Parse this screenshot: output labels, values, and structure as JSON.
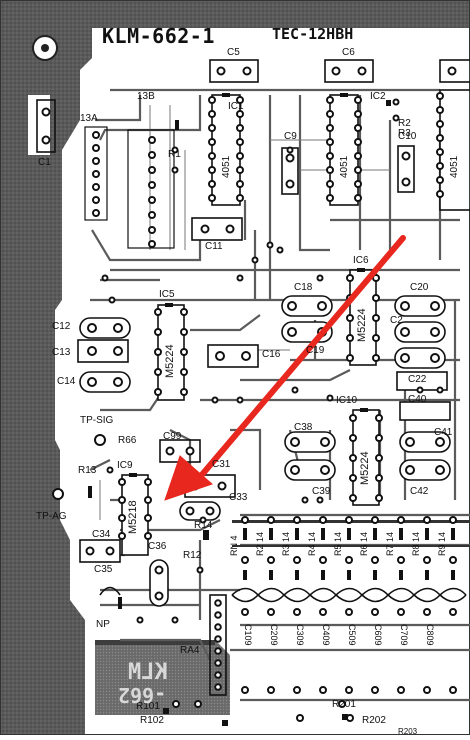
{
  "board": {
    "model": "KLM-662-1",
    "series": "TEC-12HBH",
    "copper_color": "#4a4a4a",
    "trace_color": "#555555",
    "paper_color": "#ffffff",
    "arrow_color": "#e8271e"
  },
  "ics": {
    "ic1": "IC1",
    "ic2": "IC2",
    "ic5": "IC5",
    "ic6": "IC6",
    "ic9": "IC9",
    "ic10": "IC10",
    "p4051_a": "4051",
    "p4051_b": "4051",
    "p4051_c": "4051",
    "m5224_a": "M5224",
    "m5224_b": "M5224",
    "m5224_c": "M5224",
    "m5218": "M5218"
  },
  "caps": {
    "c1": "C1",
    "c5": "C5",
    "c6": "C6",
    "c9": "C9",
    "c10": "C10",
    "c11": "C11",
    "c12": "C12",
    "c13": "C13",
    "c14": "C14",
    "c16": "C16",
    "c18": "C18",
    "c19": "C19",
    "c20": "C20",
    "c21": "C2",
    "c22": "C22",
    "c31": "C31",
    "c33": "C33",
    "c34": "C34",
    "c35": "C35",
    "c36": "C36",
    "c38": "C38",
    "c39": "C39",
    "c40": "C40",
    "c41": "C41",
    "c42": "C42",
    "c99": "C99"
  },
  "resistors": {
    "r1": "R1",
    "r2": "R2",
    "r3": "R3",
    "r12": "R12",
    "r13": "R13",
    "r14": "R14",
    "r66": "R66",
    "r101": "R101",
    "r102": "R102",
    "r201": "R201",
    "r202": "R202",
    "r203": "R203",
    "ra4": "RA4"
  },
  "connectors": {
    "j13a": "13A",
    "j13b": "13B",
    "tp_sig": "TP-SIG",
    "tp_ag": "TP-AG",
    "np": "NP"
  },
  "bottom_row": {
    "rn_labels": [
      "RN 4",
      "R2 14",
      "R3 14",
      "R4 14",
      "R5 14",
      "R6 14",
      "R7 14",
      "R8 14",
      "R9 14"
    ],
    "cap_labels": [
      "C109",
      "C209",
      "C309",
      "C409",
      "C509",
      "C609",
      "C709",
      "C809"
    ]
  },
  "silk_mirrored": {
    "line1": "KLM",
    "line2": "-662"
  }
}
